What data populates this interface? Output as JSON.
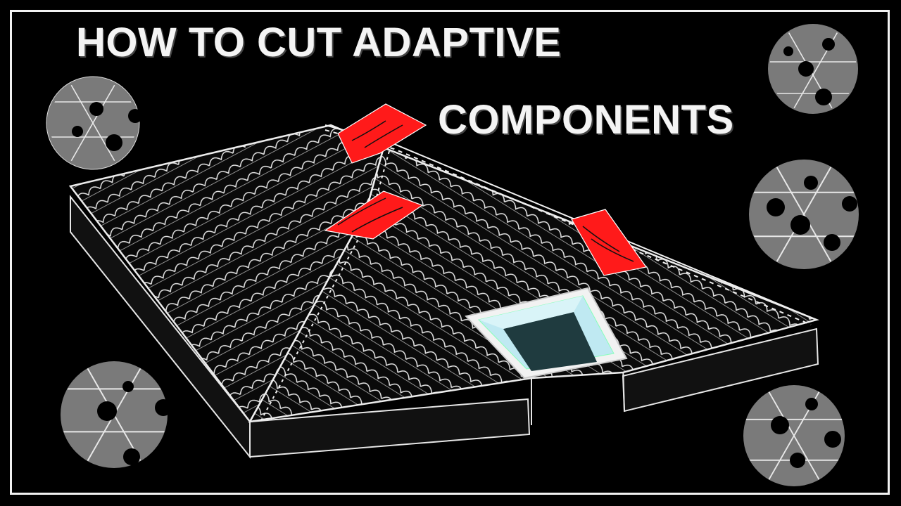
{
  "title": {
    "line1": "HOW TO CUT ADAPTIVE",
    "line2": "COMPONENTS"
  },
  "colors": {
    "background": "#000000",
    "frame": "#f2f2f2",
    "title_text": "#f4f4f4",
    "roof_tile": "#0a0a0a",
    "tile_outline": "#e6e6e6",
    "highlight_tile": "#ff1a1a",
    "skylight_glass": "#bfe9f2",
    "disc_fill": "#7a7a7a"
  },
  "icons": [
    "perforated-disc-icon",
    "roof-model-illustration",
    "skylight-opening",
    "red-adaptive-tile"
  ]
}
